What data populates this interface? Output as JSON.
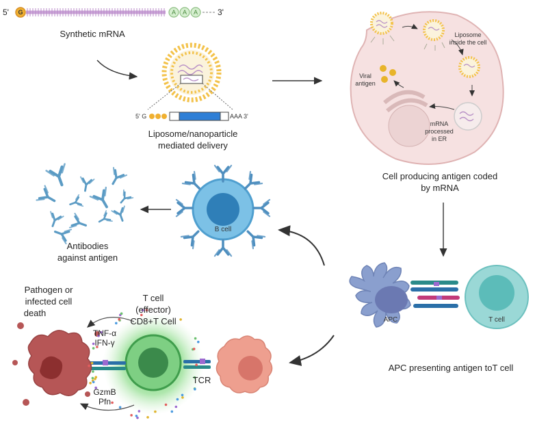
{
  "mrna": {
    "five_prime": "5'",
    "cap": "G",
    "tail": [
      "A",
      "A",
      "A"
    ],
    "three_prime": "3'",
    "label": "Synthetic mRNA"
  },
  "delivery": {
    "construct_left": "5' G",
    "construct_right": "AAA 3'",
    "label_line1": "Liposome/nanoparticle",
    "label_line2": "mediated delivery"
  },
  "cell": {
    "liposome_label_line1": "Liposome",
    "liposome_label_line2": "inside the cell",
    "viral_label_line1": "Viral",
    "viral_label_line2": "antigen",
    "mrna_label_line1": "mRNA",
    "mrna_label_line2": "processed",
    "mrna_label_line3": "in ER",
    "caption_line1": "Cell producing antigen coded",
    "caption_line2": "by mRNA"
  },
  "apc_section": {
    "apc_label": "APC",
    "tcell_label": "T cell",
    "caption": "APC presenting antigen toT cell"
  },
  "bcell_section": {
    "bcell_label": "B cell",
    "antibodies_line1": "Antibodies",
    "antibodies_line2": "against antigen"
  },
  "effector_section": {
    "title_line1": "T cell",
    "title_line2": "(effector)",
    "title_line3": "CD8+T Cell",
    "pathogen_line1": "Pathogen or",
    "pathogen_line2": "infected cell",
    "pathogen_line3": "death",
    "cytokine1": "TNF-α",
    "cytokine2": "IFN-γ",
    "granule1": "GzmB",
    "granule2": "Pfn",
    "tcr_label": "TCR"
  },
  "colors": {
    "mrna_strand": "#c9a3d6",
    "cap": "#f0b030",
    "liposome": "#f3c24a",
    "cell_fill": "#f6e1e1",
    "cell_stroke": "#dfb3b3",
    "apc_fill": "#8a9fce",
    "tcell_fill": "#7fd0cf",
    "bcell_fill": "#5aa9d6",
    "antibody": "#5b9bc4",
    "effector_glow": "#3fbf4a",
    "effector_fill": "#4c9d5e",
    "infected_fill": "#e99a8a",
    "pathogen_fill": "#b85a5a",
    "arrow": "#333333"
  }
}
